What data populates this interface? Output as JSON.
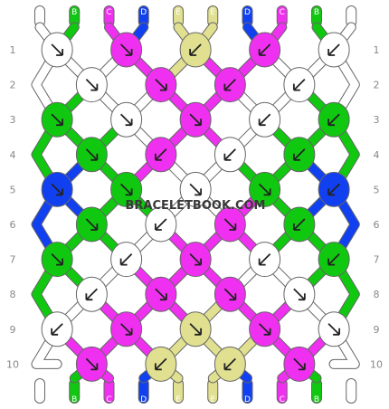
{
  "watermark": "BRACELETBOOK.COM",
  "colors": {
    "A": "#ffffff",
    "B": "#10c810",
    "C": "#f030f0",
    "D": "#1040f0",
    "E": "#e0e090"
  },
  "strings": {
    "top": [
      "A",
      "B",
      "C",
      "D",
      "E",
      "E",
      "D",
      "C",
      "B",
      "A"
    ],
    "bottom": [
      "A",
      "B",
      "C",
      "D",
      "E",
      "E",
      "D",
      "C",
      "B",
      "A"
    ]
  },
  "row_labels": [
    "1",
    "2",
    "3",
    "4",
    "5",
    "6",
    "7",
    "8",
    "9",
    "10"
  ],
  "knots": [
    [
      [
        "A",
        "se"
      ],
      [
        "C",
        "se"
      ],
      [
        "E",
        "sw"
      ],
      [
        "C",
        "sw"
      ],
      [
        "A",
        "sw"
      ]
    ],
    [
      [
        "A",
        "se"
      ],
      [
        "C",
        "se"
      ],
      [
        "C",
        "sw"
      ],
      [
        "A",
        "sw"
      ]
    ],
    [
      [
        "B",
        "se"
      ],
      [
        "A",
        "se"
      ],
      [
        "C",
        "se"
      ],
      [
        "A",
        "sw"
      ],
      [
        "B",
        "sw"
      ]
    ],
    [
      [
        "B",
        "se"
      ],
      [
        "C",
        "sw"
      ],
      [
        "A",
        "sw"
      ],
      [
        "B",
        "sw"
      ]
    ],
    [
      [
        "D",
        "se"
      ],
      [
        "B",
        "se"
      ],
      [
        "A",
        "se"
      ],
      [
        "B",
        "se"
      ],
      [
        "D",
        "sw"
      ]
    ],
    [
      [
        "B",
        "se"
      ],
      [
        "A",
        "sw"
      ],
      [
        "C",
        "se"
      ],
      [
        "B",
        "sw"
      ]
    ],
    [
      [
        "B",
        "se"
      ],
      [
        "A",
        "sw"
      ],
      [
        "C",
        "se"
      ],
      [
        "A",
        "sw"
      ],
      [
        "B",
        "sw"
      ]
    ],
    [
      [
        "A",
        "sw"
      ],
      [
        "C",
        "se"
      ],
      [
        "C",
        "se"
      ],
      [
        "A",
        "se"
      ]
    ],
    [
      [
        "A",
        "sw"
      ],
      [
        "C",
        "se"
      ],
      [
        "E",
        "se"
      ],
      [
        "C",
        "se"
      ],
      [
        "A",
        "se"
      ]
    ],
    [
      [
        "C",
        "se"
      ],
      [
        "E",
        "sw"
      ],
      [
        "E",
        "sw"
      ],
      [
        "C",
        "se"
      ]
    ]
  ]
}
